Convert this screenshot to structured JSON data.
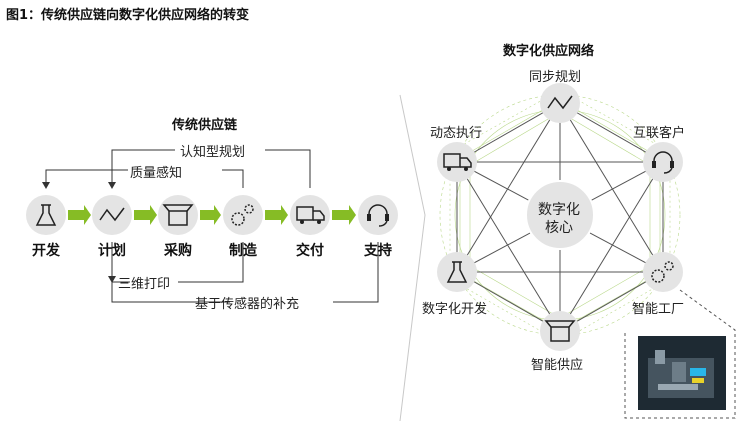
{
  "figure_title": "图1：传统供应链向数字化供应网络的转变",
  "traditional": {
    "title": "传统供应链",
    "steps": [
      "开发",
      "计划",
      "采购",
      "制造",
      "交付",
      "支持"
    ],
    "feedback_labels": {
      "cognitive_planning": "认知型规划",
      "quality_sensing": "质量感知",
      "printing_3d": "三维打印",
      "sensor_replenishment": "基于传感器的补充"
    }
  },
  "network": {
    "title": "数字化供应网络",
    "core": [
      "数字化",
      "核心"
    ],
    "nodes": {
      "sync_planning": "同步规划",
      "connected_customer": "互联客户",
      "smart_factory": "智能工厂",
      "smart_supply": "智能供应",
      "digital_development": "数字化开发",
      "dynamic_fulfillment": "动态执行"
    }
  },
  "colors": {
    "accent_green": "#86bc25",
    "node_fill": "#e4e4e4",
    "line": "#555555"
  }
}
